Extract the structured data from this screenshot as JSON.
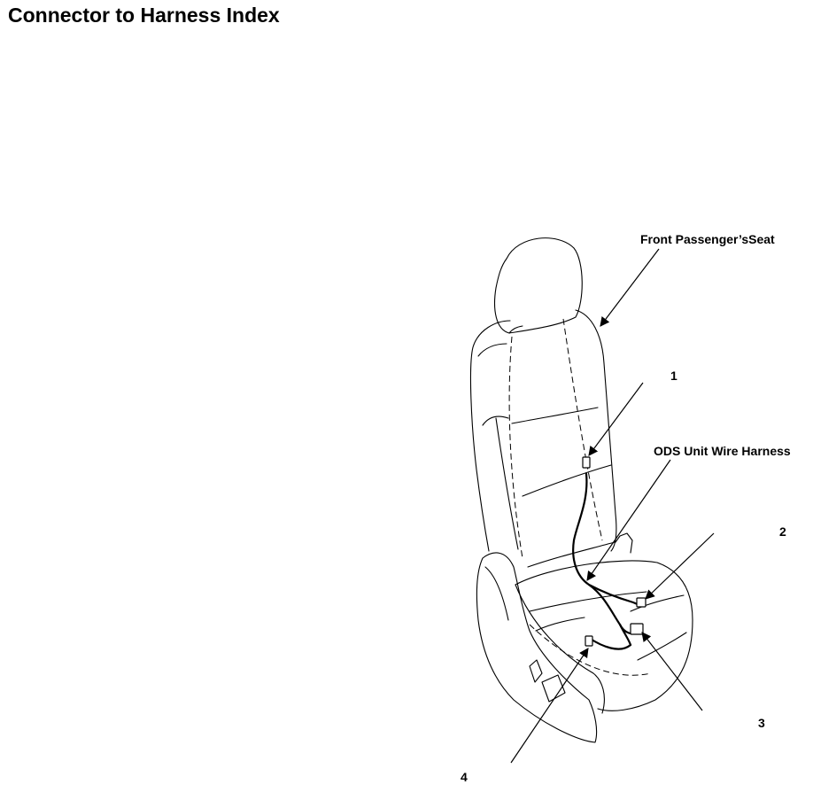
{
  "page": {
    "title": "Connector to Harness Index"
  },
  "figure": {
    "callouts": {
      "seat": "Front Passenger’sSeat",
      "harness": "ODS Unit Wire Harness",
      "c1": "1",
      "c2": "2",
      "c3": "3",
      "c4": "4"
    }
  }
}
